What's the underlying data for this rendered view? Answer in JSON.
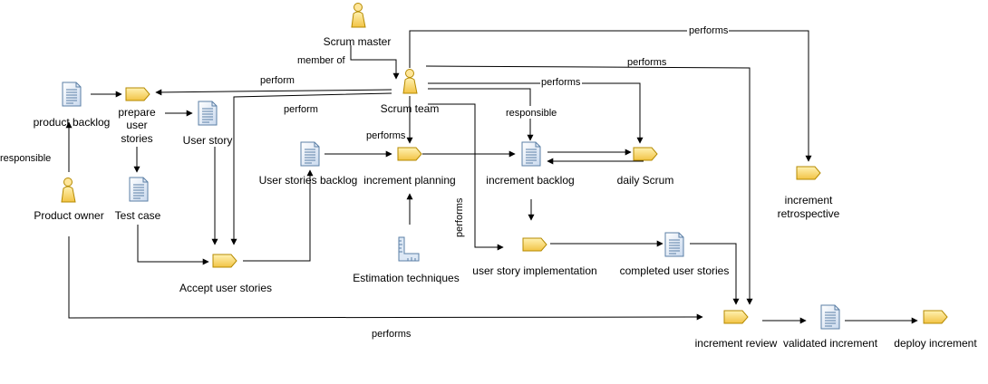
{
  "nodes": {
    "scrum_master": {
      "label": "Scrum master",
      "icon": "person-icon"
    },
    "scrum_team": {
      "label": "Scrum team",
      "icon": "person-icon"
    },
    "product_owner": {
      "label": "Product owner",
      "icon": "person-icon"
    },
    "product_backlog": {
      "label": "product backlog",
      "icon": "document-icon"
    },
    "prepare_user_stories": {
      "label": [
        "prepare",
        "user",
        "stories"
      ],
      "icon": "activity-icon"
    },
    "user_story": {
      "label": "User story",
      "icon": "document-icon"
    },
    "test_case": {
      "label": "Test case",
      "icon": "document-icon"
    },
    "accept_user_stories": {
      "label": "Accept user stories",
      "icon": "activity-icon"
    },
    "user_stories_backlog": {
      "label": "User stories backlog",
      "icon": "document-icon"
    },
    "increment_planning": {
      "label": "increment planning",
      "icon": "activity-icon"
    },
    "estimation_techniques": {
      "label": "Estimation techniques",
      "icon": "ruler-icon"
    },
    "increment_backlog": {
      "label": "increment backlog",
      "icon": "document-icon"
    },
    "daily_scrum": {
      "label": "daily Scrum",
      "icon": "activity-icon"
    },
    "increment_retrospective": {
      "label": [
        "increment",
        "retrospective"
      ],
      "icon": "activity-icon"
    },
    "user_story_implementation": {
      "label": "user story implementation",
      "icon": "activity-icon"
    },
    "completed_user_stories": {
      "label": "completed user stories",
      "icon": "document-icon"
    },
    "increment_review": {
      "label": "increment review",
      "icon": "activity-icon"
    },
    "validated_increment": {
      "label": "validated increment",
      "icon": "document-icon"
    },
    "deploy_increment": {
      "label": "deploy increment",
      "icon": "activity-icon"
    }
  },
  "edge_labels": {
    "member_of": "member of",
    "perform_prepare": "perform",
    "perform_accept": "perform",
    "performs_planning": "performs",
    "performs_daily": "performs",
    "performs_retro": "performs",
    "performs_review": "performs",
    "performs_impl": "performs",
    "responsible_backlog": "responsible",
    "responsible_owner": "responsible",
    "performs_owner_review": "performs"
  },
  "colors": {
    "activity_fill": "#ffd966",
    "activity_stroke": "#b58a00",
    "person_fill": "#ffd966",
    "document_fill": "#dde8f5",
    "document_stroke": "#5b7fa6",
    "line": "#000000"
  }
}
